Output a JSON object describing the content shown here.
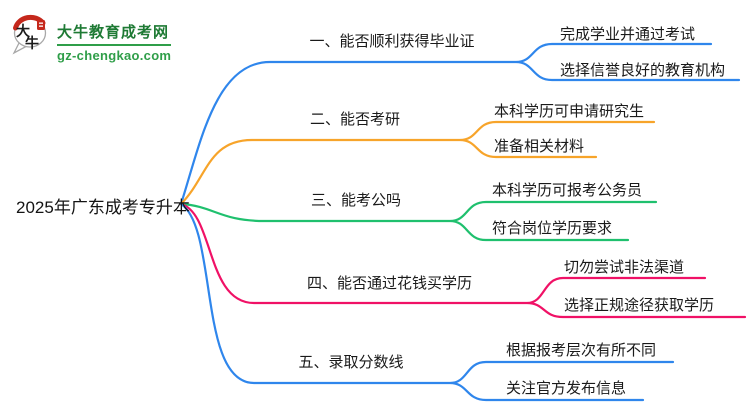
{
  "logo": {
    "icon_char_1": "大",
    "icon_char_2": "牛",
    "title": "大牛教育成考网",
    "url": "gz-chengkao.com"
  },
  "root": {
    "label": "2025年广东成考专升本"
  },
  "branches": [
    {
      "label": "一、能否顺利获得毕业证",
      "color": "#2F86EC",
      "children": [
        "完成学业并通过考试",
        "选择信誉良好的教育机构"
      ]
    },
    {
      "label": "二、能否考研",
      "color": "#F7A42A",
      "children": [
        "本科学历可申请研究生",
        "准备相关材料"
      ]
    },
    {
      "label": "三、能考公吗",
      "color": "#1FC06E",
      "children": [
        "本科学历可报考公务员",
        "符合岗位学历要求"
      ]
    },
    {
      "label": "四、能否通过花钱买学历",
      "color": "#F01166",
      "children": [
        "切勿尝试非法渠道",
        "选择正规途径获取学历"
      ]
    },
    {
      "label": "五、录取分数线",
      "color": "#2F86EC",
      "children": [
        "根据报考层次有所不同",
        "关注官方发布信息"
      ]
    }
  ],
  "theme": {
    "background": "#FFFFFF",
    "text_color": "#1A1A1A",
    "logo_title_color": "#1E7A34",
    "logo_url_color": "#2F9E49",
    "logo_seal_color": "#C5281C",
    "bubble_border_color": "#A8A8A8"
  }
}
